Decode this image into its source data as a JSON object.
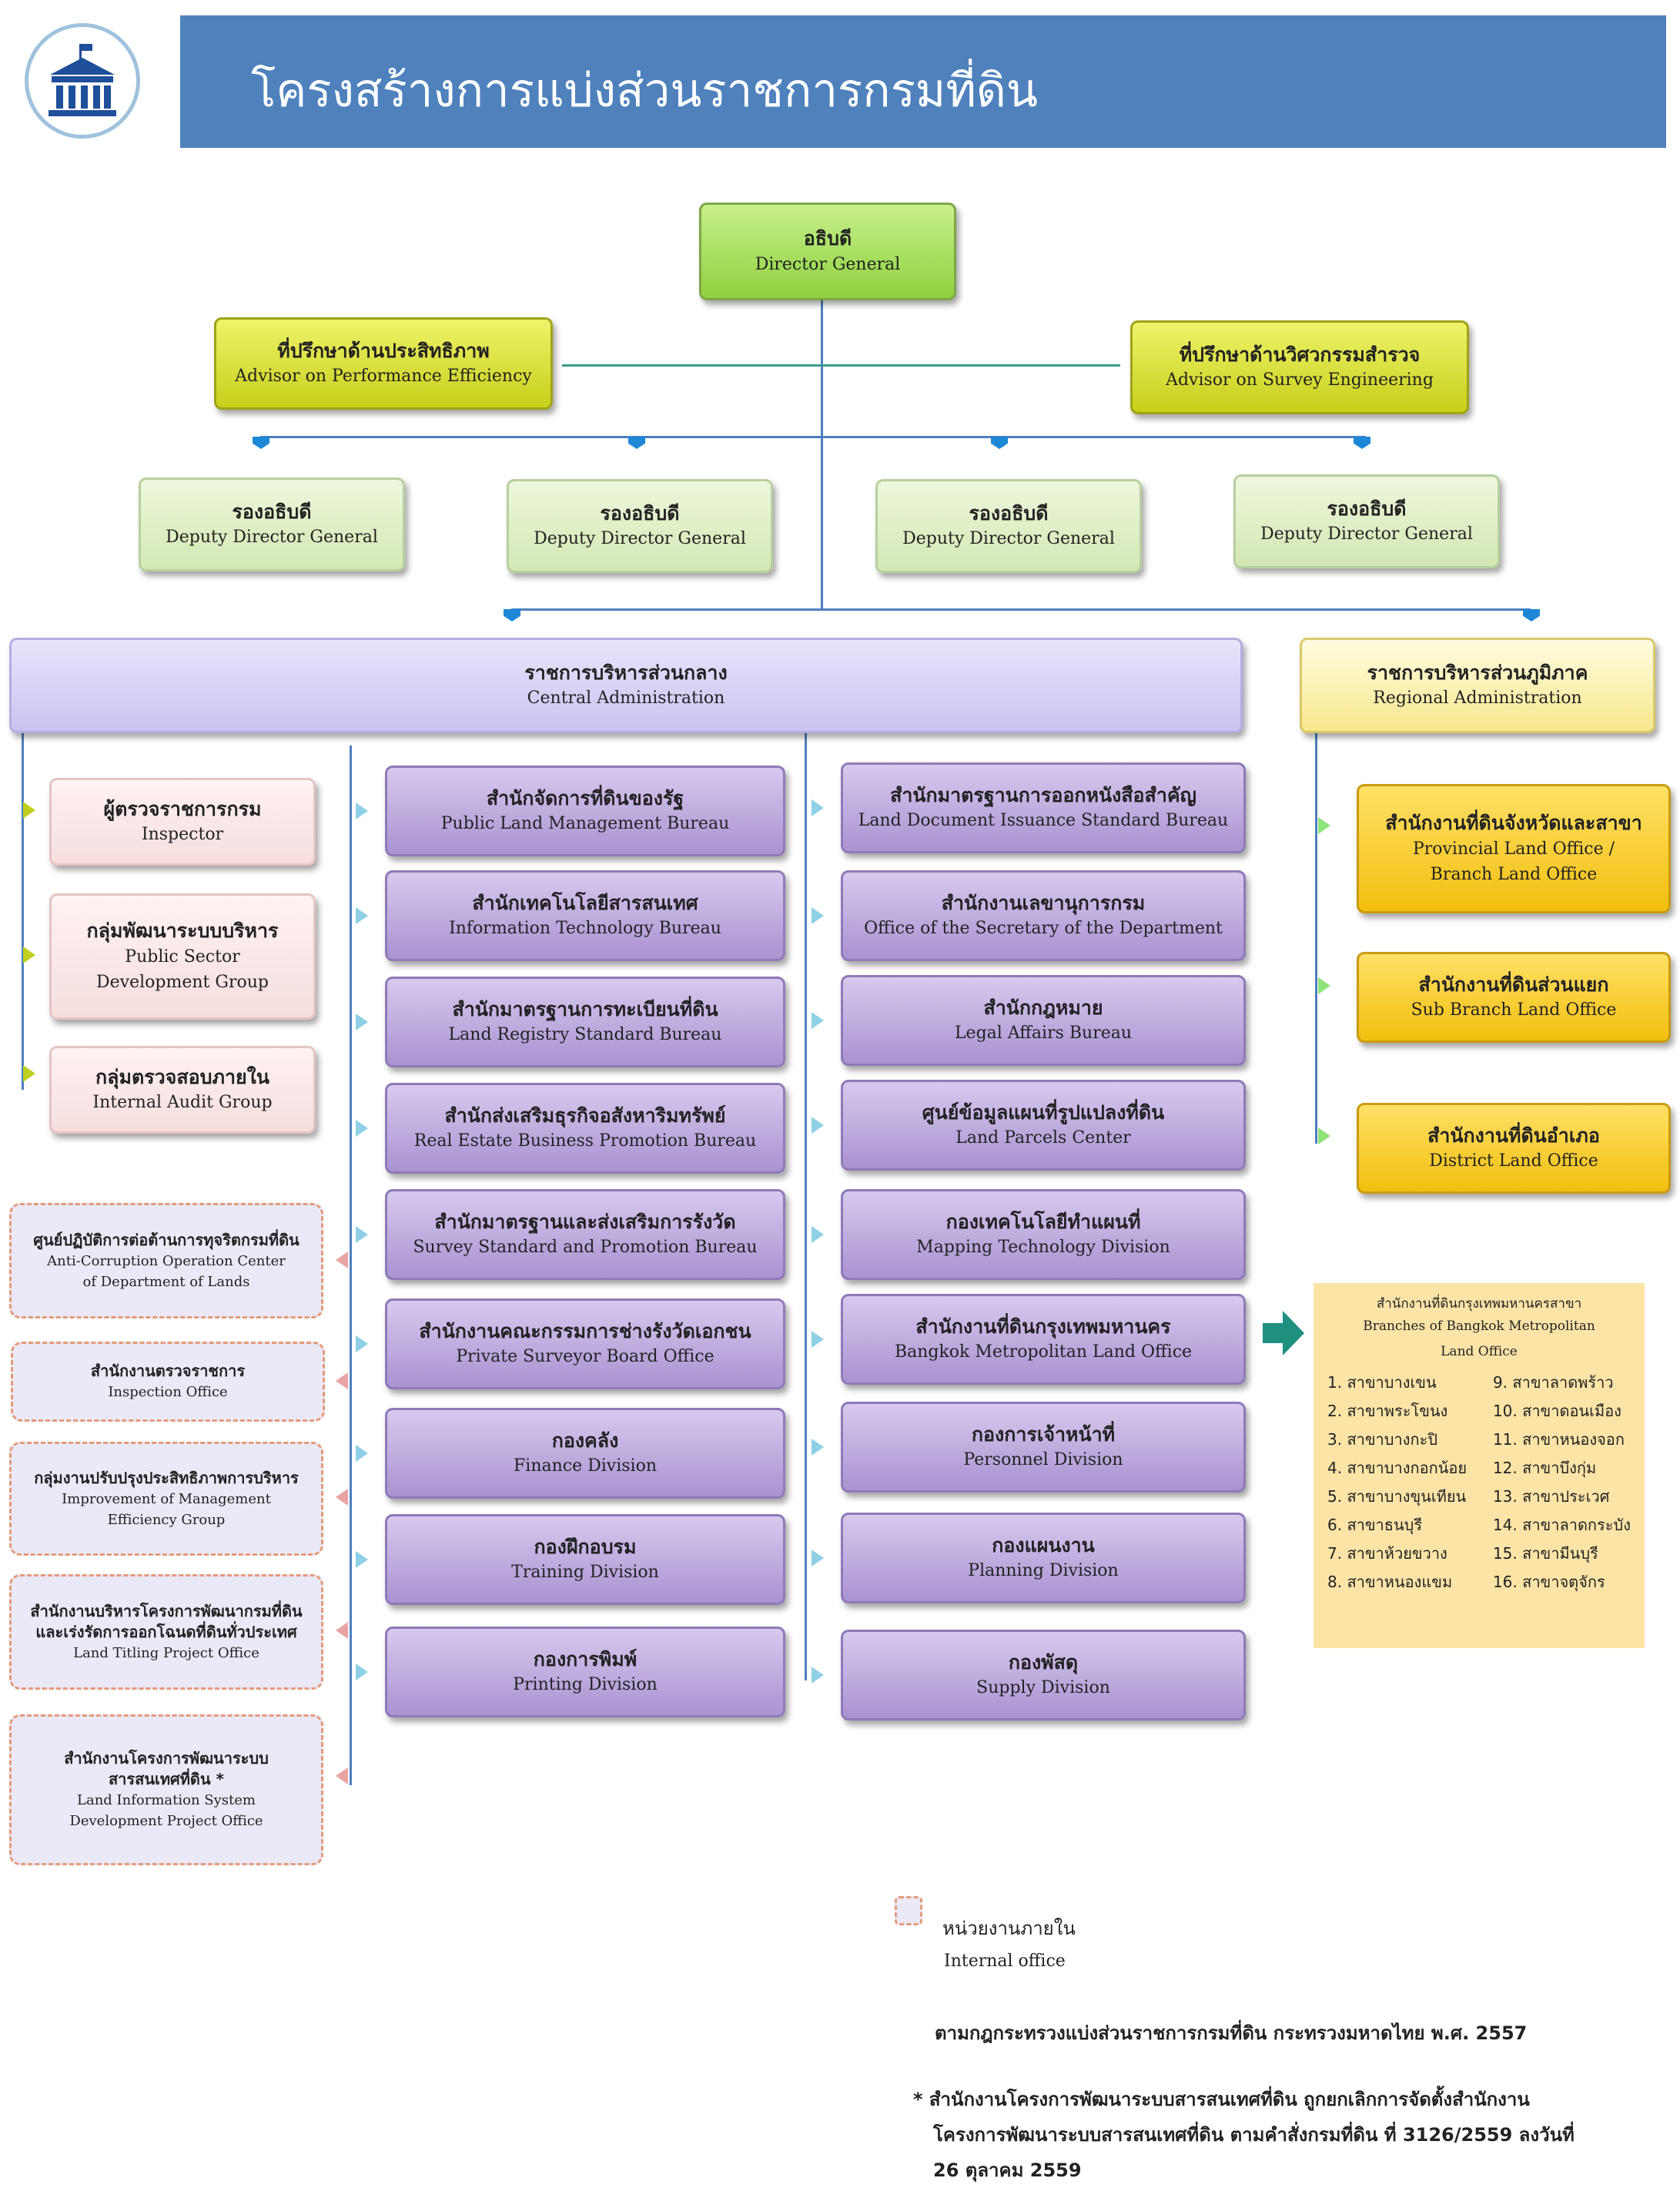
{
  "header": {
    "title": "โครงสร้างการแบ่งส่วนราชการกรมที่ดิน",
    "logo_icon": "government-building-icon",
    "bar_color": "#4f81bd"
  },
  "director": {
    "th": "อธิบดี",
    "en": "Director General"
  },
  "advisors": [
    {
      "th": "ที่ปรึกษาด้านประสิทธิภาพ",
      "en": "Advisor on Performance Efficiency"
    },
    {
      "th": "ที่ปรึกษาด้านวิศวกรรมสำรวจ",
      "en": "Advisor on Survey Engineering"
    }
  ],
  "deputies": [
    {
      "th": "รองอธิบดี",
      "en": "Deputy Director General"
    },
    {
      "th": "รองอธิบดี",
      "en": "Deputy Director General"
    },
    {
      "th": "รองอธิบดี",
      "en": "Deputy Director General"
    },
    {
      "th": "รองอธิบดี",
      "en": "Deputy Director General"
    }
  ],
  "central": {
    "th": "ราชการบริหารส่วนกลาง",
    "en": "Central Administration"
  },
  "regional": {
    "th": "ราชการบริหารส่วนภูมิภาค",
    "en": "Regional Administration"
  },
  "left_units": [
    {
      "th": "ผู้ตรวจราชการกรม",
      "en": "Inspector"
    },
    {
      "th": "กลุ่มพัฒนาระบบบริหาร",
      "en": "Public Sector",
      "en2": "Development Group"
    },
    {
      "th": "กลุ่มตรวจสอบภายใน",
      "en": "Internal Audit Group"
    }
  ],
  "internal_units": [
    {
      "th": "ศูนย์ปฏิบัติการต่อต้านการทุจริตกรมที่ดิน",
      "en": "Anti-Corruption Operation Center",
      "en2": "of Department of  Lands"
    },
    {
      "th": "สำนักงานตรวจราชการ",
      "en": "Inspection Office"
    },
    {
      "th": "กลุ่มงานปรับปรุงประสิทธิภาพการบริหาร",
      "en": "Improvement of Management",
      "en2": "Efficiency Group"
    },
    {
      "th": "สำนักงานบริหารโครงการพัฒนากรมที่ดิน",
      "th2": "และเร่งรัดการออกโฉนดที่ดินทั่วประเทศ",
      "en": "Land Titling Project Office"
    },
    {
      "th": "สำนักงานโครงการพัฒนาระบบ",
      "th2": "สารสนเทศที่ดิน *",
      "en": "Land Information System",
      "en2": "Development  Project Office"
    }
  ],
  "bureaus_col1": [
    {
      "th": "สำนักจัดการที่ดินของรัฐ",
      "en": "Public Land Management Bureau"
    },
    {
      "th": "สำนักเทคโนโลยีสารสนเทศ",
      "en": "Information Technology Bureau"
    },
    {
      "th": "สำนักมาตรฐานการทะเบียนที่ดิน",
      "en": "Land Registry Standard Bureau"
    },
    {
      "th": "สำนักส่งเสริมธุรกิจอสังหาริมทรัพย์",
      "en": "Real Estate Business Promotion Bureau"
    },
    {
      "th": "สำนักมาตรฐานและส่งเสริมการรังวัด",
      "en": "Survey Standard and Promotion Bureau"
    },
    {
      "th": "สำนักงานคณะกรรมการช่างรังวัดเอกชน",
      "en": "Private Surveyor Board Office"
    },
    {
      "th": "กองคลัง",
      "en": "Finance Division"
    },
    {
      "th": "กองฝึกอบรม",
      "en": "Training Division"
    },
    {
      "th": "กองการพิมพ์",
      "en": "Printing Division"
    }
  ],
  "bureaus_col2": [
    {
      "th": "สำนักมาตรฐานการออกหนังสือสำคัญ",
      "en": "Land Document Issuance Standard Bureau"
    },
    {
      "th": "สำนักงานเลขานุการกรม",
      "en": "Office of the Secretary of the Department"
    },
    {
      "th": "สำนักกฎหมาย",
      "en": "Legal Affairs Bureau"
    },
    {
      "th": "ศูนย์ข้อมูลแผนที่รูปแปลงที่ดิน",
      "en": "Land  Parcels Center"
    },
    {
      "th": "กองเทคโนโลยีทำแผนที่",
      "en": "Mapping Technology Division"
    },
    {
      "th": "สำนักงานที่ดินกรุงเทพมหานคร",
      "en": "Bangkok Metropolitan Land Office"
    },
    {
      "th": "กองการเจ้าหน้าที่",
      "en": "Personnel Division"
    },
    {
      "th": "กองแผนงาน",
      "en": "Planning Division"
    },
    {
      "th": "กองพัสดุ",
      "en": "Supply Division"
    }
  ],
  "regional_units": [
    {
      "th": "สำนักงานที่ดินจังหวัดและสาขา",
      "en": "Provincial Land Office /",
      "en2": "Branch  Land Office"
    },
    {
      "th": "สำนักงานที่ดินส่วนแยก",
      "en": "Sub Branch Land Office"
    },
    {
      "th": "สำนักงานที่ดินอำเภอ",
      "en": "District Land Office"
    }
  ],
  "bangkok_branches": {
    "title_th": "สำนักงานที่ดินกรุงเทพมหานครสาขา",
    "title_en1": "Branches of Bangkok Metropolitan",
    "title_en2": "Land Office",
    "left": [
      "1. สาขาบางเขน",
      "2. สาขาพระโขนง",
      "3. สาขาบางกะปิ",
      "4. สาขาบางกอกน้อย",
      "5. สาขาบางขุนเทียน",
      "6. สาขาธนบุรี",
      "7. สาขาห้วยขวาง",
      "8. สาขาหนองแขม"
    ],
    "right": [
      "9. สาขาลาดพร้าว",
      "10. สาขาดอนเมือง",
      "11. สาขาหนองจอก",
      "12. สาขาบึงกุ่ม",
      "13. สาขาประเวศ",
      "14. สาขาลาดกระบัง",
      "15. สาขามีนบุรี",
      "16. สาขาจตุจักร"
    ]
  },
  "legend": {
    "th": "หน่วยงานภายใน",
    "en": "Internal office"
  },
  "footnotes": {
    "law": "ตามกฎกระทรวงแบ่งส่วนราชการกรมที่ดิน กระทรวงมหาดไทย พ.ศ. 2557",
    "note1": "* สำนักงานโครงการพัฒนาระบบสารสนเทศที่ดิน ถูกยกเลิกการจัดตั้งสำนักงาน",
    "note2": "โครงการพัฒนาระบบสารสนเทศที่ดิน  ตามคำสั่งกรมที่ดิน ที่ 3126/2559 ลงวันที่",
    "note3": "26 ตุลาคม 2559"
  }
}
